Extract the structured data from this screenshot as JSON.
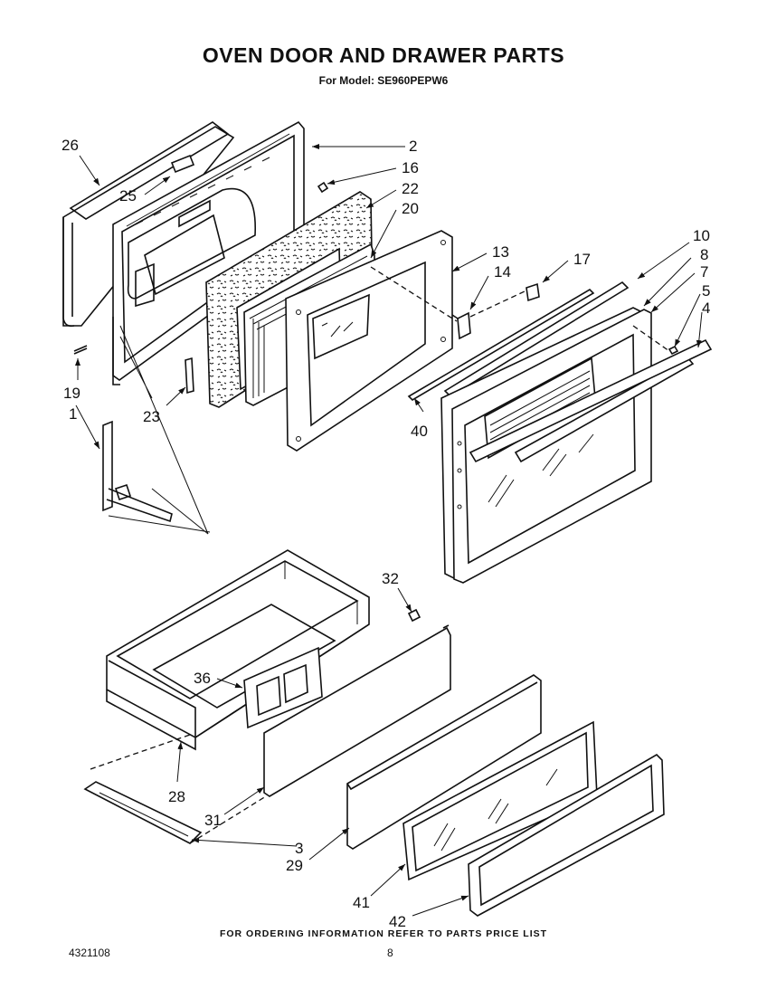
{
  "header": {
    "title": "OVEN DOOR AND DRAWER PARTS",
    "subtitle": "For Model: SE960PEPW6"
  },
  "callouts": {
    "p1": "1",
    "p2": "2",
    "p3": "3",
    "p5": "5",
    "p7": "7",
    "p8": "8",
    "p10": "10",
    "p13": "13",
    "p14": "14",
    "p16": "16",
    "p17": "17",
    "p19": "19",
    "p20": "20",
    "p22": "22",
    "p23": "23",
    "p25": "25",
    "p26": "26",
    "p28": "28",
    "p29": "29",
    "p31": "31",
    "p32": "32",
    "p36": "36",
    "p40": "40",
    "p41": "41",
    "p42": "42",
    "p4": "4"
  },
  "footer": {
    "note": "FOR ORDERING INFORMATION REFER TO PARTS PRICE LIST",
    "doc_number": "4321108",
    "page_number": "8"
  }
}
